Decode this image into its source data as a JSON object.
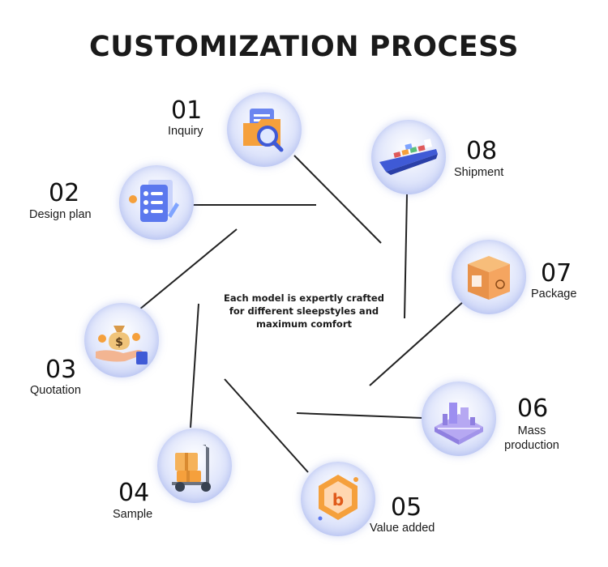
{
  "title": "CUSTOMIZATION PROCESS",
  "center_text": {
    "line1": "Each model is expertly crafted",
    "line2": "for different sleepstyles and",
    "line3": "maximum comfort"
  },
  "steps": [
    {
      "number": "01",
      "label": "Inquiry",
      "icon": "folder-search-icon"
    },
    {
      "number": "02",
      "label": "Design plan",
      "icon": "clipboard-checklist-icon"
    },
    {
      "number": "03",
      "label": "Quotation",
      "icon": "money-bag-hand-icon"
    },
    {
      "number": "04",
      "label": "Sample",
      "icon": "hand-truck-box-icon"
    },
    {
      "number": "05",
      "label": "Value added",
      "icon": "hexagon-badge-icon"
    },
    {
      "number": "06",
      "label_line1": "Mass",
      "label_line2": "production",
      "icon": "factory-machine-icon"
    },
    {
      "number": "07",
      "label": "Package",
      "icon": "cardboard-box-icon"
    },
    {
      "number": "08",
      "label": "Shipment",
      "icon": "cargo-ship-icon"
    }
  ],
  "colors": {
    "circle_fill": "#dfe5fb",
    "icon_orange": "#f5a03c",
    "icon_blue": "#5b78ee",
    "line": "#222222"
  }
}
